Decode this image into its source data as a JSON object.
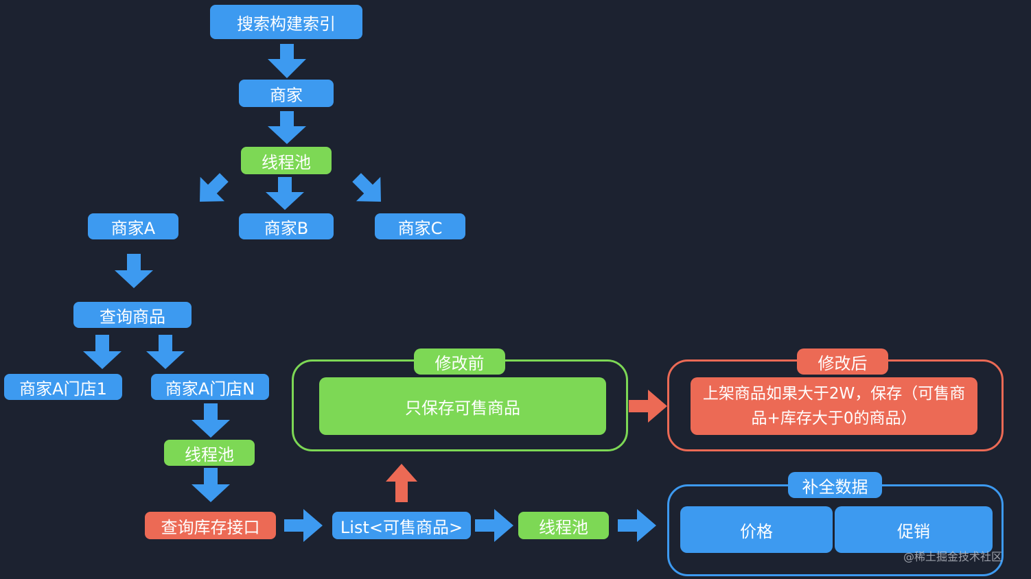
{
  "nodes": {
    "build_index": "搜索构建索引",
    "merchant": "商家",
    "thread_pool_1": "线程池",
    "merchant_a": "商家A",
    "merchant_b": "商家B",
    "merchant_c": "商家C",
    "query_products": "查询商品",
    "store_1": "商家A门店1",
    "store_n": "商家A门店N",
    "thread_pool_2": "线程池",
    "query_stock_api": "查询库存接口",
    "sellable_list": "List<可售商品>",
    "thread_pool_3": "线程池"
  },
  "before": {
    "tag": "修改前",
    "content": "只保存可售商品"
  },
  "after": {
    "tag": "修改后",
    "content": "上架商品如果大于2W，保存（可售商品+库存大于0的商品）"
  },
  "supplement": {
    "tag": "补全数据",
    "price": "价格",
    "promotion": "促销"
  },
  "watermark": "@稀土掘金技术社区",
  "colors": {
    "background": "#1c2230",
    "blue": "#3d9af0",
    "green": "#7dd855",
    "red": "#ec6a55"
  }
}
